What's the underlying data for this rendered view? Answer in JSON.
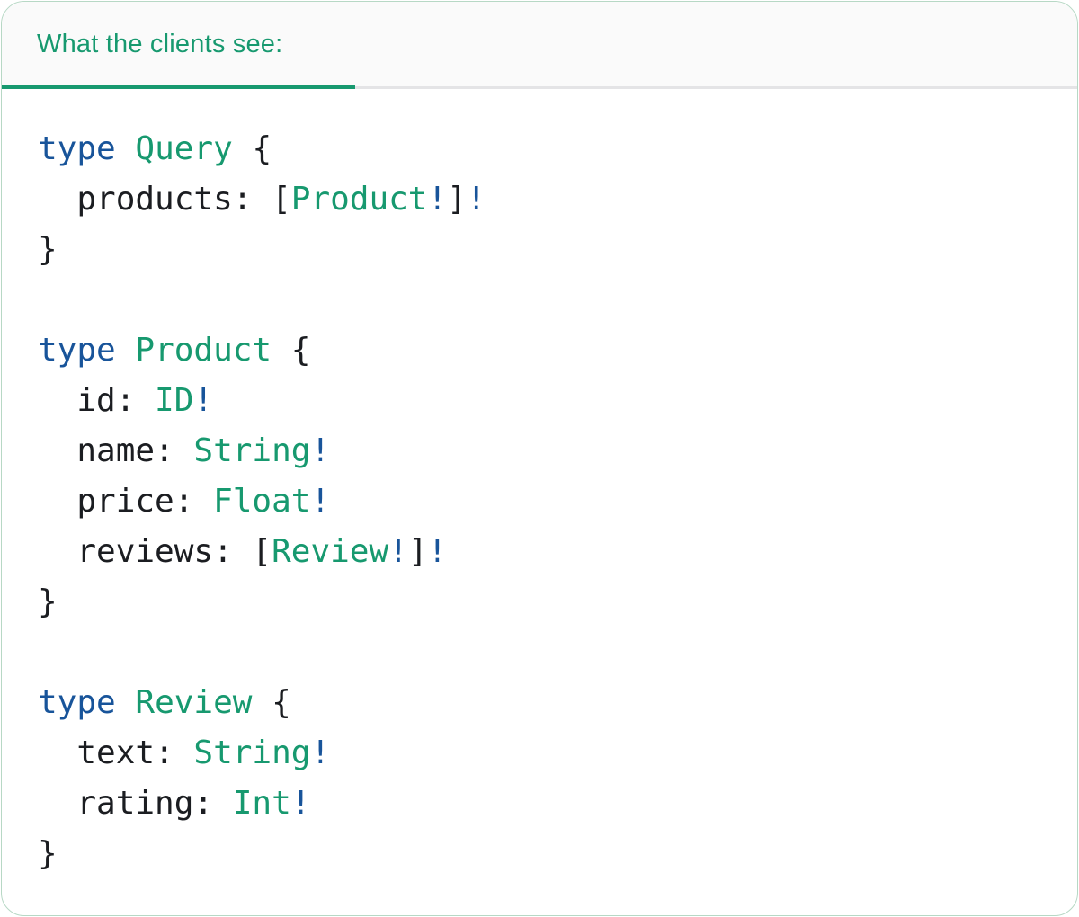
{
  "panel": {
    "tab_label": "What the clients see:",
    "colors": {
      "accent_green": "#17996f",
      "keyword_blue": "#18549a",
      "code_text_dark": "#1b1d21",
      "header_background": "#fafafa",
      "header_divider": "#e4e4e6",
      "panel_border": "#b7d8c5",
      "tab_underline": "#17996f"
    }
  },
  "code": {
    "language": "graphql",
    "plain_text": "type Query {\n  products: [Product!]!\n}\n\ntype Product {\n  id: ID!\n  name: String!\n  price: Float!\n  reviews: [Review!]!\n}\n\ntype Review {\n  text: String!\n  rating: Int!\n}",
    "lines": [
      [
        {
          "t": "kw",
          "v": "type"
        },
        {
          "t": "pl",
          "v": " "
        },
        {
          "t": "ty",
          "v": "Query"
        },
        {
          "t": "pl",
          "v": " {"
        }
      ],
      [
        {
          "t": "pl",
          "v": "  products: ["
        },
        {
          "t": "ty",
          "v": "Product"
        },
        {
          "t": "bang",
          "v": "!"
        },
        {
          "t": "pl",
          "v": "]"
        },
        {
          "t": "bang",
          "v": "!"
        }
      ],
      [
        {
          "t": "pl",
          "v": "}"
        }
      ],
      [],
      [
        {
          "t": "kw",
          "v": "type"
        },
        {
          "t": "pl",
          "v": " "
        },
        {
          "t": "ty",
          "v": "Product"
        },
        {
          "t": "pl",
          "v": " {"
        }
      ],
      [
        {
          "t": "pl",
          "v": "  id: "
        },
        {
          "t": "ty",
          "v": "ID"
        },
        {
          "t": "bang",
          "v": "!"
        }
      ],
      [
        {
          "t": "pl",
          "v": "  name: "
        },
        {
          "t": "ty",
          "v": "String"
        },
        {
          "t": "bang",
          "v": "!"
        }
      ],
      [
        {
          "t": "pl",
          "v": "  price: "
        },
        {
          "t": "ty",
          "v": "Float"
        },
        {
          "t": "bang",
          "v": "!"
        }
      ],
      [
        {
          "t": "pl",
          "v": "  reviews: ["
        },
        {
          "t": "ty",
          "v": "Review"
        },
        {
          "t": "bang",
          "v": "!"
        },
        {
          "t": "pl",
          "v": "]"
        },
        {
          "t": "bang",
          "v": "!"
        }
      ],
      [
        {
          "t": "pl",
          "v": "}"
        }
      ],
      [],
      [
        {
          "t": "kw",
          "v": "type"
        },
        {
          "t": "pl",
          "v": " "
        },
        {
          "t": "ty",
          "v": "Review"
        },
        {
          "t": "pl",
          "v": " {"
        }
      ],
      [
        {
          "t": "pl",
          "v": "  text: "
        },
        {
          "t": "ty",
          "v": "String"
        },
        {
          "t": "bang",
          "v": "!"
        }
      ],
      [
        {
          "t": "pl",
          "v": "  rating: "
        },
        {
          "t": "ty",
          "v": "Int"
        },
        {
          "t": "bang",
          "v": "!"
        }
      ],
      [
        {
          "t": "pl",
          "v": "}"
        }
      ]
    ]
  }
}
